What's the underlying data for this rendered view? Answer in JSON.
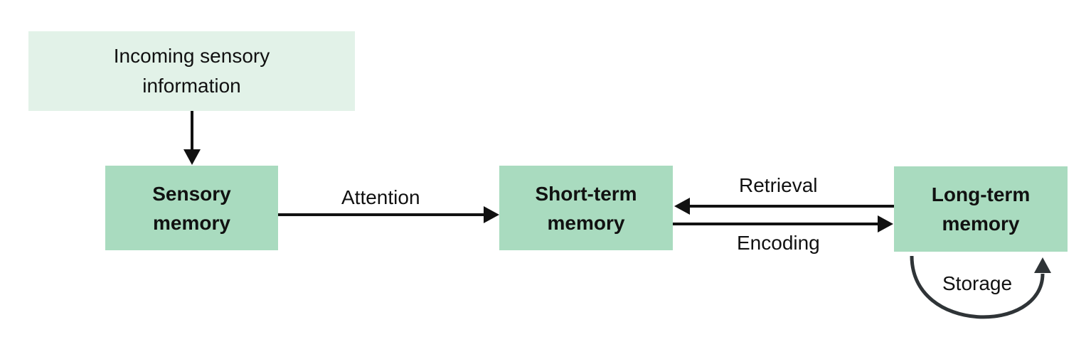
{
  "boxes": {
    "incoming": {
      "line1": "Incoming sensory",
      "line2": "information"
    },
    "sensory": {
      "line1": "Sensory",
      "line2": "memory"
    },
    "short_term": {
      "line1": "Short-term",
      "line2": "memory"
    },
    "long_term": {
      "line1": "Long-term",
      "line2": "memory"
    }
  },
  "arrows": {
    "attention": "Attention",
    "retrieval": "Retrieval",
    "encoding": "Encoding",
    "storage": "Storage"
  },
  "colors": {
    "input_box": "#e2f2e8",
    "memory_box": "#a9dbbf",
    "arrow": "#111111",
    "storage_loop": "#2f3437"
  }
}
